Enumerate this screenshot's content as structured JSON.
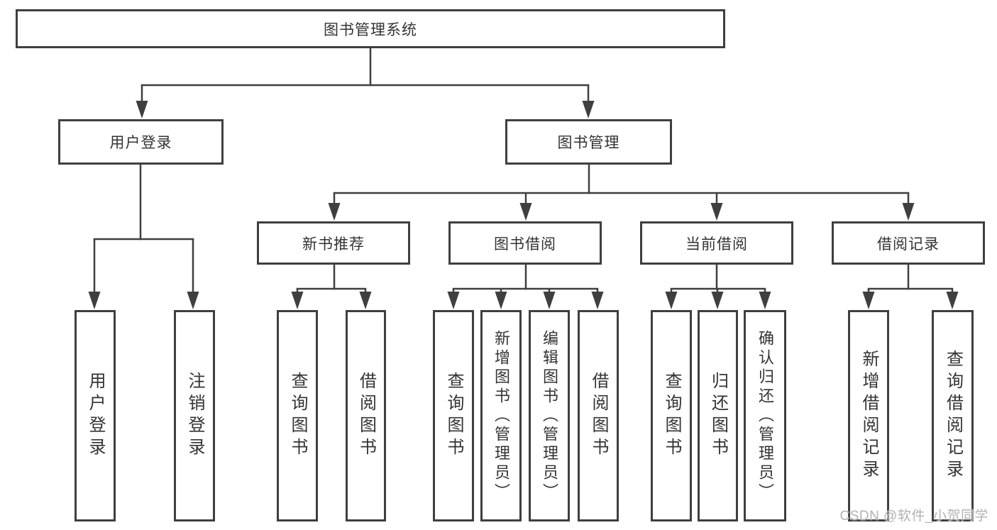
{
  "diagram": {
    "title": "图书管理系统",
    "root": {
      "label": "图书管理系统",
      "children": [
        {
          "label": "用户登录",
          "children": [
            {
              "label": "用户登录"
            },
            {
              "label": "注销登录"
            }
          ]
        },
        {
          "label": "图书管理",
          "children": [
            {
              "label": "新书推荐",
              "children": [
                {
                  "label": "查询图书"
                },
                {
                  "label": "借阅图书"
                }
              ]
            },
            {
              "label": "图书借阅",
              "children": [
                {
                  "label": "查询图书"
                },
                {
                  "label": "新增图书（管理员）"
                },
                {
                  "label": "编辑图书（管理员）"
                },
                {
                  "label": "借阅图书"
                }
              ]
            },
            {
              "label": "当前借阅",
              "children": [
                {
                  "label": "查询图书"
                },
                {
                  "label": "归还图书"
                },
                {
                  "label": "确认归还（管理员）"
                }
              ]
            },
            {
              "label": "借阅记录",
              "children": [
                {
                  "label": "新增借阅记录"
                },
                {
                  "label": "查询借阅记录"
                }
              ]
            }
          ]
        }
      ]
    }
  },
  "watermark": {
    "text": "CSDN @软件_小贺同学"
  },
  "colors": {
    "line": "#3f3f3f",
    "box_border": "#3f3f3f",
    "text": "#333333",
    "watermark": "#b2b2b2",
    "background": "#ffffff"
  }
}
